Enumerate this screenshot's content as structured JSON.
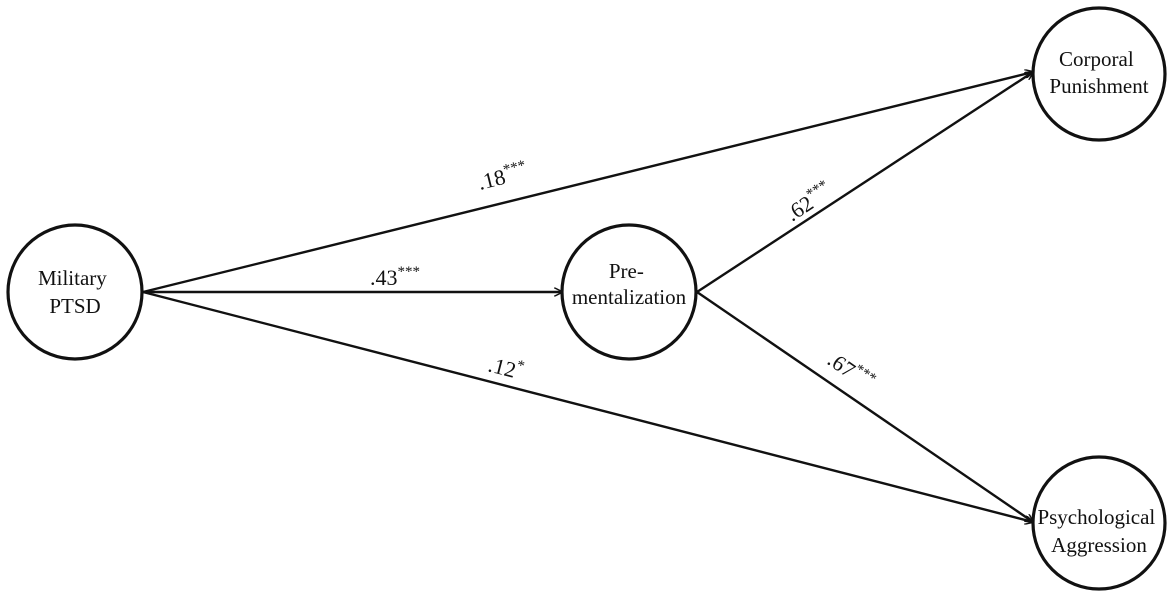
{
  "nodes": {
    "military_ptsd": {
      "lines": [
        "Military",
        "PTSD"
      ]
    },
    "prementalization": {
      "lines": [
        "Pre-",
        "mentalization"
      ]
    },
    "corporal_punishment": {
      "lines": [
        "Corporal",
        "Punishment"
      ]
    },
    "psychological_aggression": {
      "lines": [
        "Psychological",
        "Aggression"
      ]
    }
  },
  "paths": {
    "ptsd_to_corporal": {
      "coef": ".18",
      "sig": "***"
    },
    "ptsd_to_prementalization": {
      "coef": ".43",
      "sig": "***"
    },
    "ptsd_to_psychological": {
      "coef": ".12",
      "sig": "*"
    },
    "prementalization_to_corporal": {
      "coef": ".62",
      "sig": "***"
    },
    "prementalization_to_psychological": {
      "coef": ".67",
      "sig": "***"
    }
  },
  "colors": {
    "stroke": "#111111",
    "background": "#ffffff"
  }
}
